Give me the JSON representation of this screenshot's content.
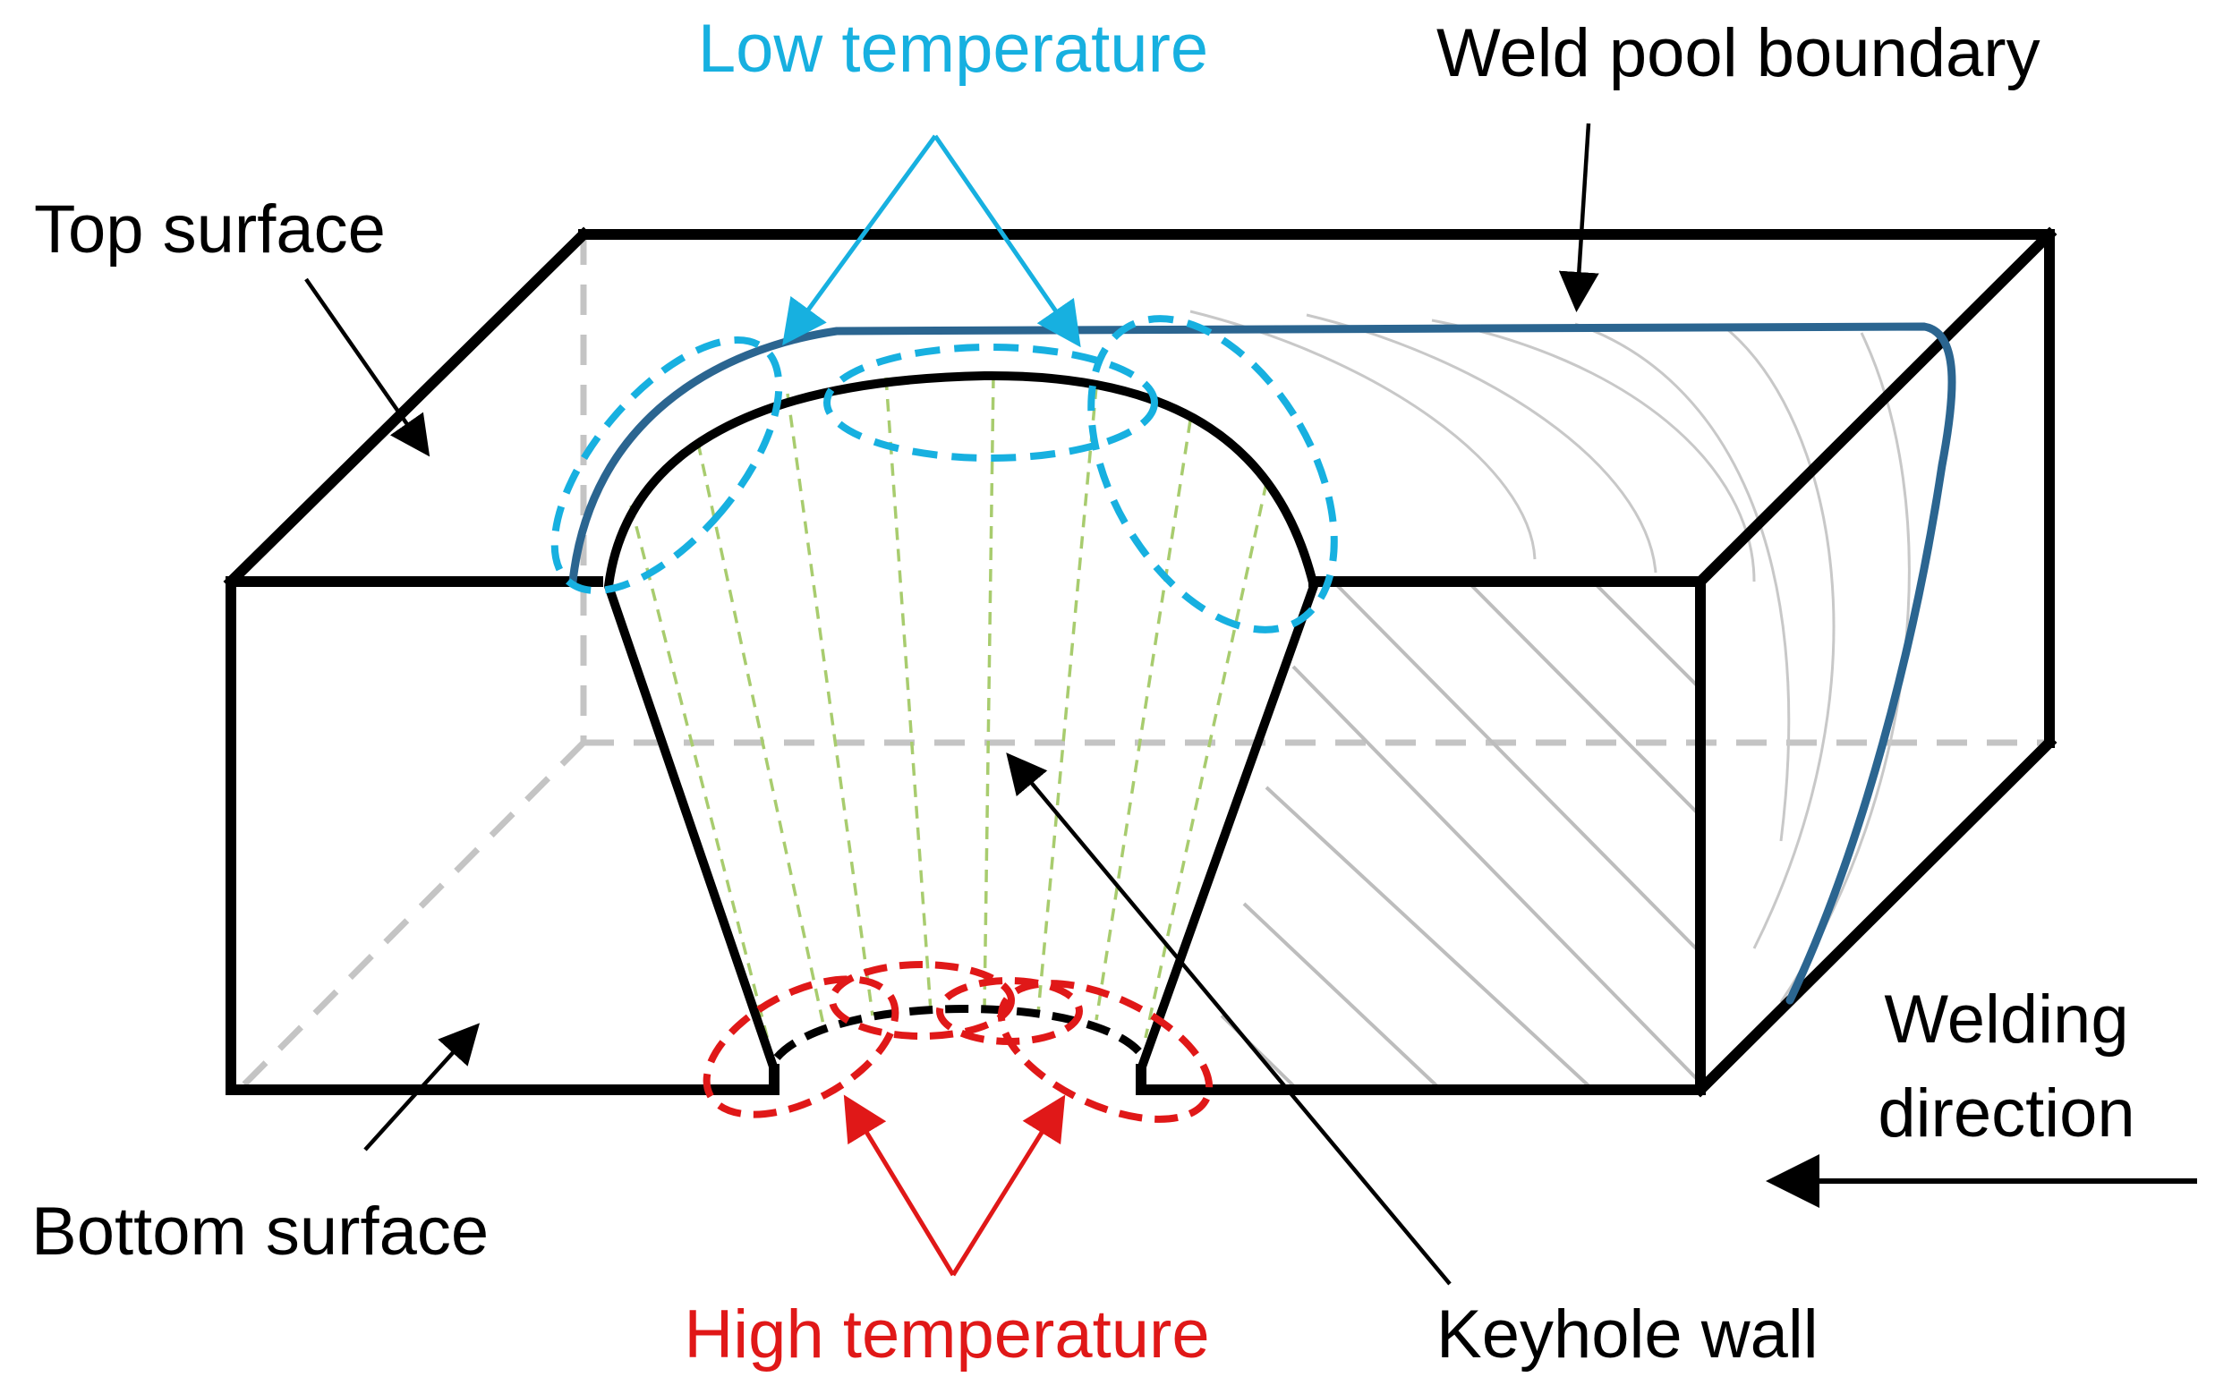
{
  "labels": {
    "low_temperature": "Low temperature",
    "weld_pool_boundary": "Weld pool boundary",
    "top_surface": "Top surface",
    "bottom_surface": "Bottom surface",
    "high_temperature": "High temperature",
    "keyhole_wall": "Keyhole wall",
    "welding_direction_line1": "Welding",
    "welding_direction_line2": "direction"
  },
  "colors": {
    "outline": "#000000",
    "hidden_edge": "#c4c4c4",
    "hatch": "#bdbdbd",
    "pool_boundary": "#2b6590",
    "low_temperature": "#17b0e0",
    "high_temperature": "#e01818",
    "keyhole_rays": "#a8cc6e"
  }
}
